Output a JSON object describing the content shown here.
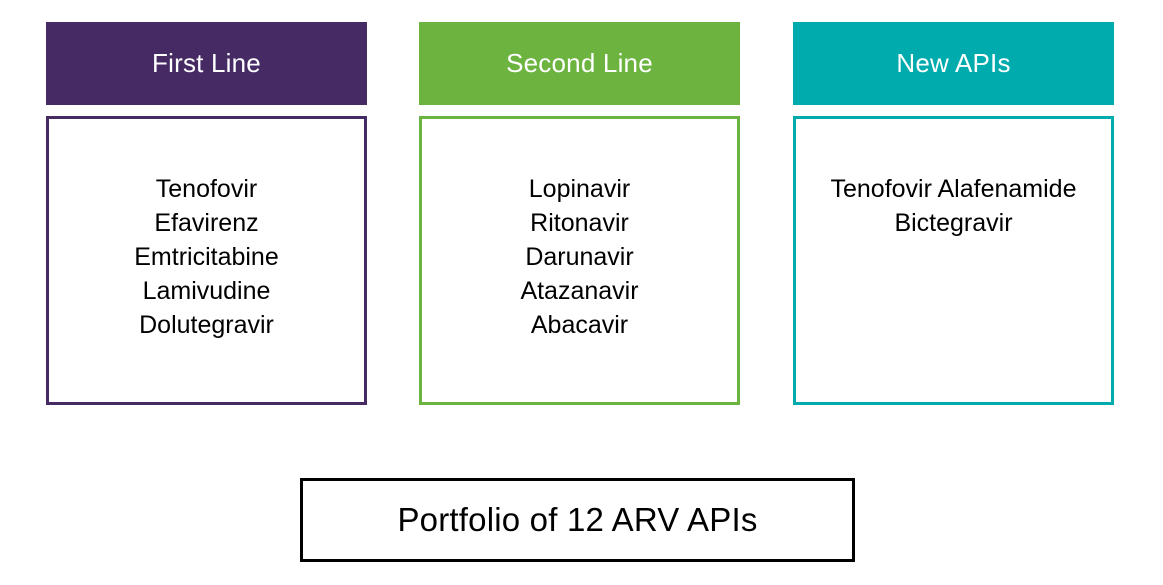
{
  "columns": [
    {
      "id": "first-line",
      "header": "First Line",
      "color": "#452A64",
      "items": [
        "Tenofovir",
        "Efavirenz",
        "Emtricitabine",
        "Lamivudine",
        "Dolutegravir"
      ]
    },
    {
      "id": "second-line",
      "header": "Second Line",
      "color": "#6CB43F",
      "items": [
        "Lopinavir",
        "Ritonavir",
        "Darunavir",
        "Atazanavir",
        "Abacavir"
      ]
    },
    {
      "id": "new-apis",
      "header": "New APIs",
      "color": "#00ABAD",
      "items": [
        "Tenofovir Alafenamide",
        "Bictegravir"
      ]
    }
  ],
  "footer": {
    "label": "Portfolio of 12 ARV APIs",
    "border_color": "#000000"
  },
  "background_color": "#FFFFFF",
  "text_color": "#000000"
}
